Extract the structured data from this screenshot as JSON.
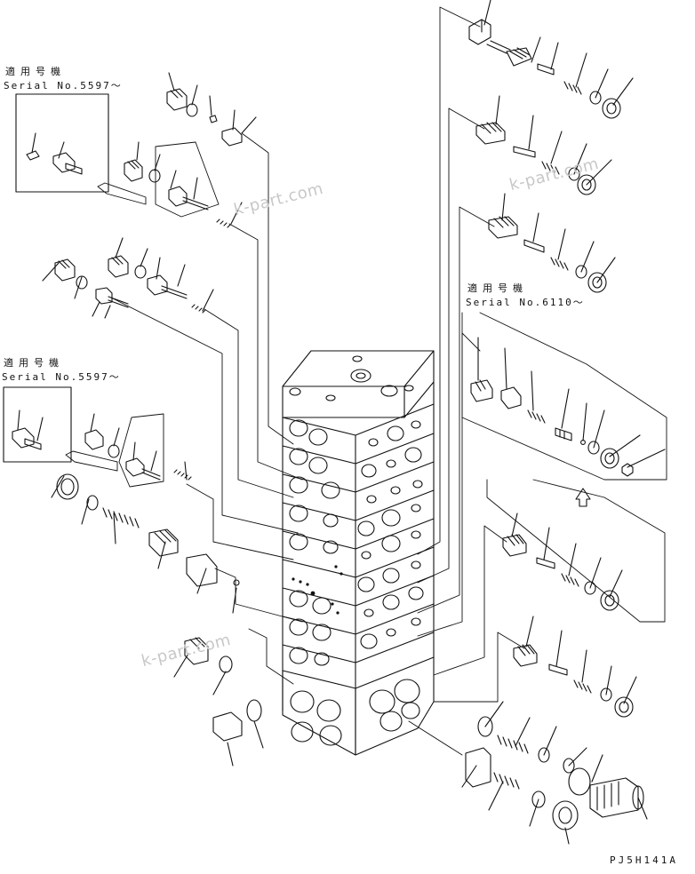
{
  "serial_notes": [
    {
      "label": "適用号機",
      "serial": "Serial No.5597～"
    },
    {
      "label": "適用号機",
      "serial": "Serial No.5597～"
    },
    {
      "label": "適用号機",
      "serial": "Serial No.6110～"
    }
  ],
  "watermarks": [
    "k-part.com",
    "k-part.com",
    "k-part.com"
  ],
  "drawing_code": "PJ5H141A"
}
